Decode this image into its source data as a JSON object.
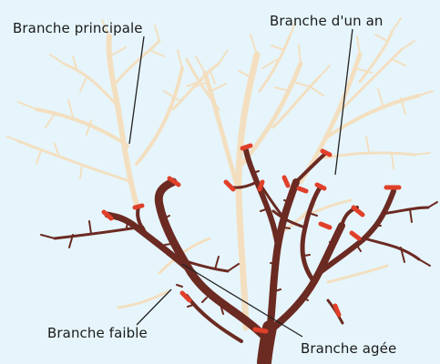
{
  "labels": {
    "main_branch": "Branche principale",
    "one_year_branch": "Branche d'un an",
    "weak_branch": "Branche faible",
    "old_branch": "Branche agée"
  },
  "colors": {
    "background": "#e6f5fb",
    "young_wood": "#f3dfc0",
    "old_wood": "#6b2a22",
    "cut_marks": "#e0402a",
    "leader_line": "#222222"
  }
}
